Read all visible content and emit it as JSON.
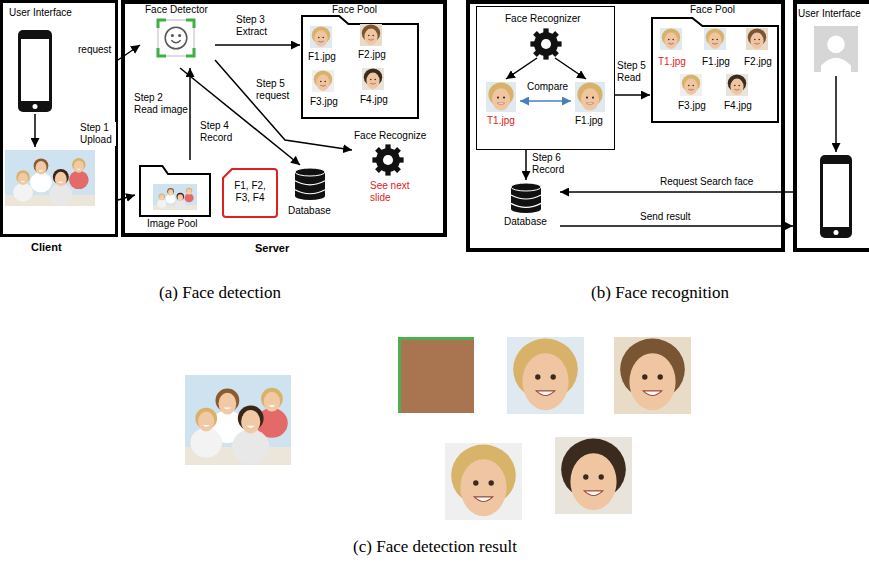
{
  "diagram": {
    "nodes": [
      {
        "text": [
          "User Interface",
          "Client"
        ]
      },
      {
        "text": [
          "Server"
        ]
      },
      {
        "text": [
          "Face Detector"
        ],
        "in": 1
      },
      {
        "text": [
          "Image Pool"
        ],
        "in": 1
      },
      {
        "text": [
          "Face Pool",
          "F1.jpg",
          "F2.jpg",
          "F3.jpg",
          "F4.jpg"
        ],
        "in": 1
      },
      {
        "text": [
          "F1, F2, F3, F4"
        ],
        "in": 1
      },
      {
        "text": [
          "Database"
        ],
        "in": 1
      },
      {
        "text": [
          "Face Recognize",
          "See next slide"
        ],
        "in": 1
      },
      {
        "text": [
          "Face Recognizer",
          "T1.jpg",
          "Compare",
          "F1.jpg"
        ]
      },
      {
        "text": [
          "Face Pool",
          "T1.jpg",
          "F1.jpg",
          "F2.jpg",
          "F3.jpg",
          "F4.jpg"
        ]
      },
      {
        "text": [
          "Database"
        ]
      },
      {
        "text": [
          "User Interface"
        ]
      }
    ],
    "edges": [
      {
        "from": 0,
        "to": 2,
        "arrow": "to",
        "label": "request"
      },
      {
        "from": 0,
        "to": 3,
        "arrow": "to",
        "label": "Step 1 Upload"
      },
      {
        "from": 3,
        "to": 2,
        "arrow": "to",
        "label": "Step 2 Read image"
      },
      {
        "from": 2,
        "to": 4,
        "arrow": "to",
        "label": "Step 3 Extract"
      },
      {
        "from": 2,
        "to": 6,
        "arrow": "to",
        "label": "Step 4 Record"
      },
      {
        "from": 2,
        "to": 7,
        "arrow": "to",
        "label": "Step 5 request"
      },
      {
        "from": 8,
        "to": 9,
        "arrow": "to",
        "label": "Step 5 Read"
      },
      {
        "from": 8,
        "to": 10,
        "arrow": "to",
        "label": "Step 6 Record"
      },
      {
        "from": 11,
        "to": 10,
        "arrow": "to",
        "label": "Request Search face"
      },
      {
        "from": 10,
        "to": 11,
        "arrow": "to",
        "label": "Send result"
      }
    ],
    "labels": [
      "(a) Face detection",
      "(b) Face recognition",
      "(c) Face detection result"
    ]
  }
}
